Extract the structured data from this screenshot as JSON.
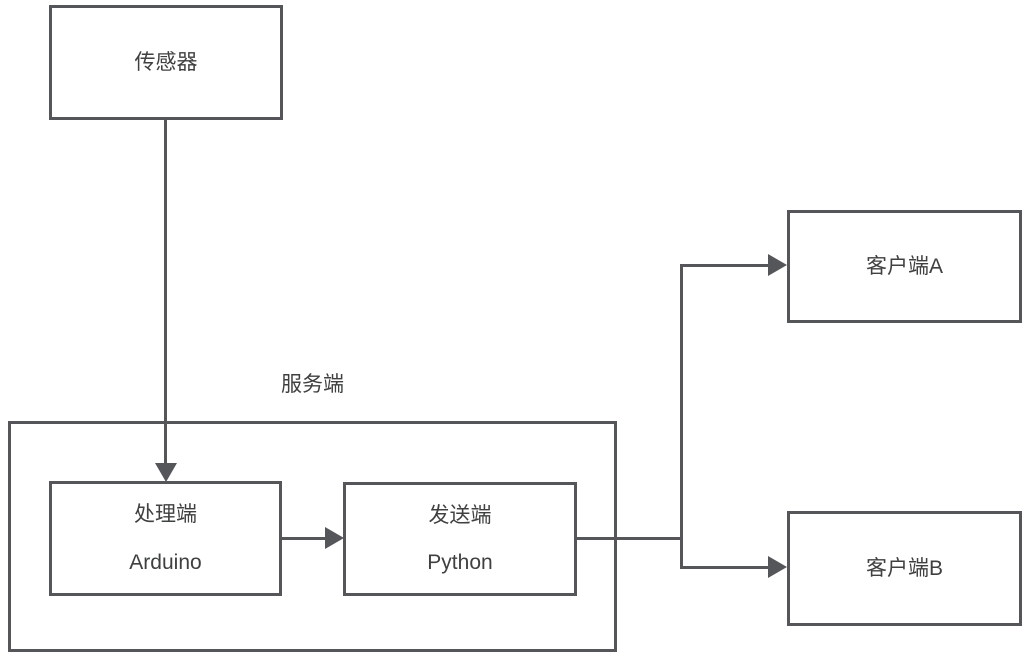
{
  "diagram": {
    "title": "sensor-server-clients-flowchart",
    "colors": {
      "line": "#55565a",
      "text": "#3f4040",
      "background": "#ffffff"
    },
    "nodes": {
      "sensor": {
        "label": "传感器"
      },
      "server_group": {
        "label": "服务端"
      },
      "processor": {
        "title": "处理端",
        "subtitle": "Arduino"
      },
      "sender": {
        "title": "发送端",
        "subtitle": "Python"
      },
      "client_a": {
        "label": "客户端A"
      },
      "client_b": {
        "label": "客户端B"
      }
    },
    "edges": [
      {
        "from": "sensor",
        "to": "processor",
        "arrow": true
      },
      {
        "from": "processor",
        "to": "sender",
        "arrow": true
      },
      {
        "from": "sender",
        "to": "client_a",
        "arrow": true
      },
      {
        "from": "sender",
        "to": "client_b",
        "arrow": true
      }
    ]
  }
}
